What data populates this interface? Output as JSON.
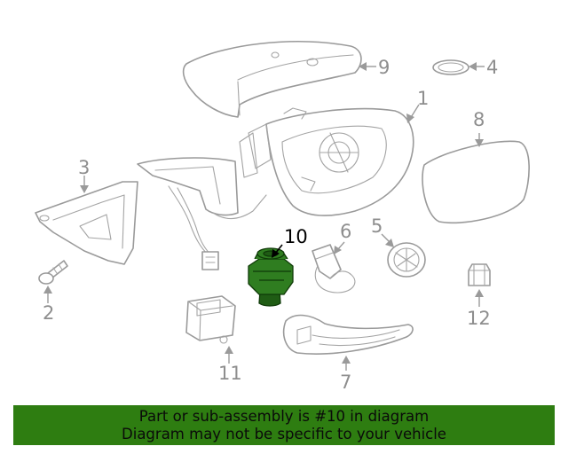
{
  "callouts": {
    "c1": "1",
    "c2": "2",
    "c3": "3",
    "c4": "4",
    "c5": "5",
    "c6": "6",
    "c7": "7",
    "c8": "8",
    "c9": "9",
    "c10": "10",
    "c11": "11",
    "c12": "12"
  },
  "highlighted_part": "10",
  "colors": {
    "highlight_green": "#2f7d20",
    "banner_green": "#2e7d11",
    "line_gray": "#9a9a9a"
  },
  "banner": {
    "line1": "Part or sub-assembly is #10 in diagram",
    "line2": "Diagram may not be specific to your vehicle"
  }
}
